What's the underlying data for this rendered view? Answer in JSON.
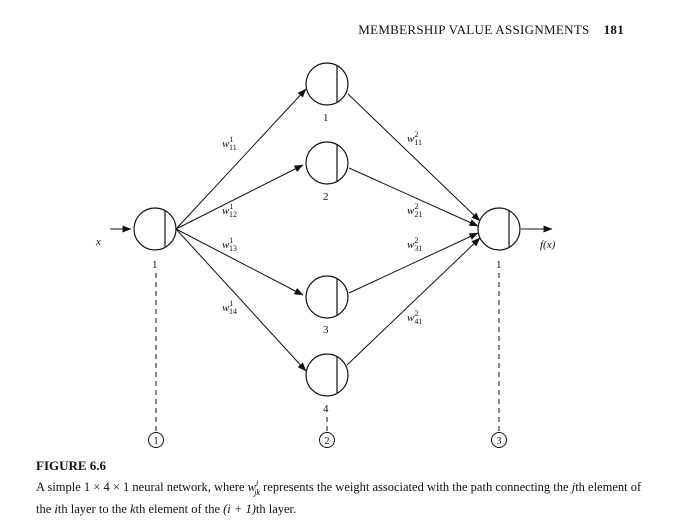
{
  "header": {
    "running_title": "MEMBERSHIP VALUE ASSIGNMENTS",
    "page_number": "181"
  },
  "figure": {
    "input_label": "x",
    "output_label": "f(x)",
    "input_node_label": "1",
    "hidden_node_labels": [
      "1",
      "2",
      "3",
      "4"
    ],
    "output_node_label": "1",
    "layer_labels": [
      "1",
      "2",
      "3"
    ],
    "weights_in": [
      {
        "base": "w",
        "sup": "1",
        "sub": "11"
      },
      {
        "base": "w",
        "sup": "1",
        "sub": "12"
      },
      {
        "base": "w",
        "sup": "1",
        "sub": "13"
      },
      {
        "base": "w",
        "sup": "1",
        "sub": "14"
      }
    ],
    "weights_out": [
      {
        "base": "w",
        "sup": "2",
        "sub": "11"
      },
      {
        "base": "w",
        "sup": "2",
        "sub": "21"
      },
      {
        "base": "w",
        "sup": "2",
        "sub": "31"
      },
      {
        "base": "w",
        "sup": "2",
        "sub": "41"
      }
    ]
  },
  "caption": {
    "title": "FIGURE 6.6",
    "t1": "A simple 1 × 4 × 1 neural network, where ",
    "w": "w",
    "w_sup": "i",
    "w_sub": "jk",
    "t2": " represents the weight associated with the path connecting the ",
    "j": "j",
    "t3": "th element of the ",
    "i": "i",
    "t4": "th layer to the ",
    "k": "k",
    "t5": "th element of the ",
    "ip1": "(i + 1)",
    "t6": "th layer."
  }
}
